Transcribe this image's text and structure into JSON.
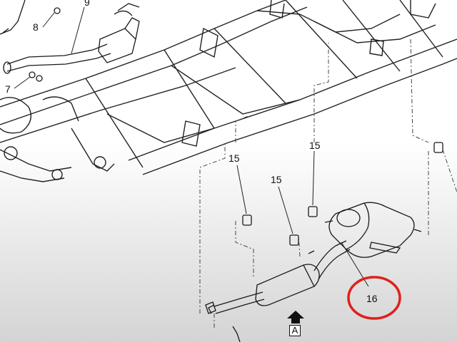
{
  "callouts": {
    "c9": "9",
    "c8": "8",
    "c7": "7",
    "c15a": "15",
    "c15b": "15",
    "c15c": "15",
    "c16": "16"
  },
  "view_indicator": {
    "letter": "A"
  },
  "colors": {
    "highlight_circle": "#e0201b",
    "line": "#1a1a1a",
    "background_bottom": "#d4d4d4"
  },
  "icons": {
    "view_arrow": "up-arrow-icon"
  }
}
